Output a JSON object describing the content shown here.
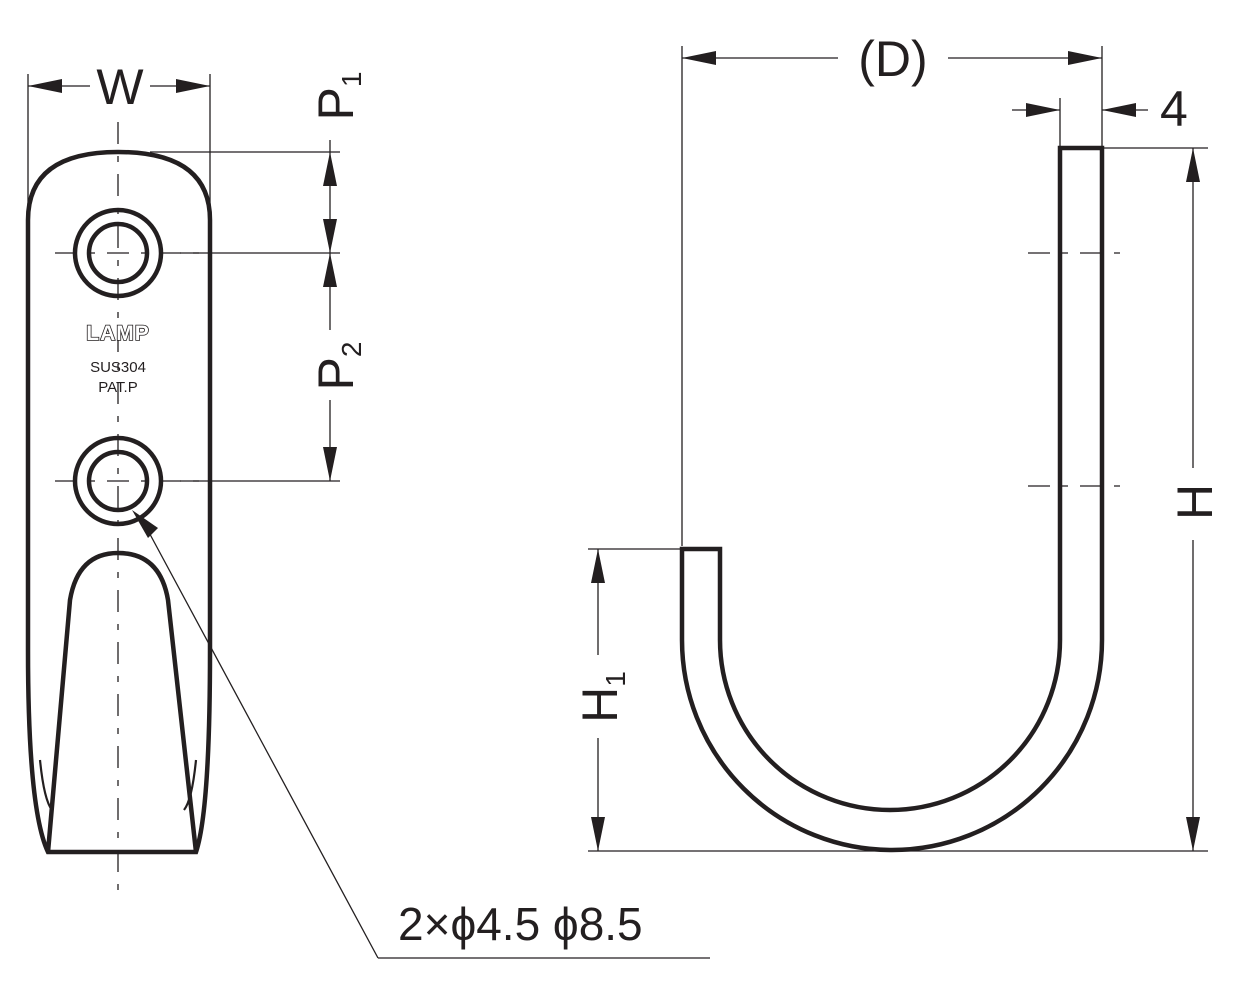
{
  "dimensions": {
    "width": "W",
    "pitch_1": {
      "letter": "P",
      "subscript": "1"
    },
    "pitch_2": {
      "letter": "P",
      "subscript": "2"
    },
    "depth": "(D)",
    "wire_thickness": "4",
    "height": "H",
    "tip_height": {
      "letter": "H",
      "subscript": "1"
    },
    "hole_callout": "2×ϕ4.5 ϕ8.5"
  },
  "markings": {
    "brand": "LAMP",
    "material": "SUS304",
    "patent": "PAT.P"
  }
}
